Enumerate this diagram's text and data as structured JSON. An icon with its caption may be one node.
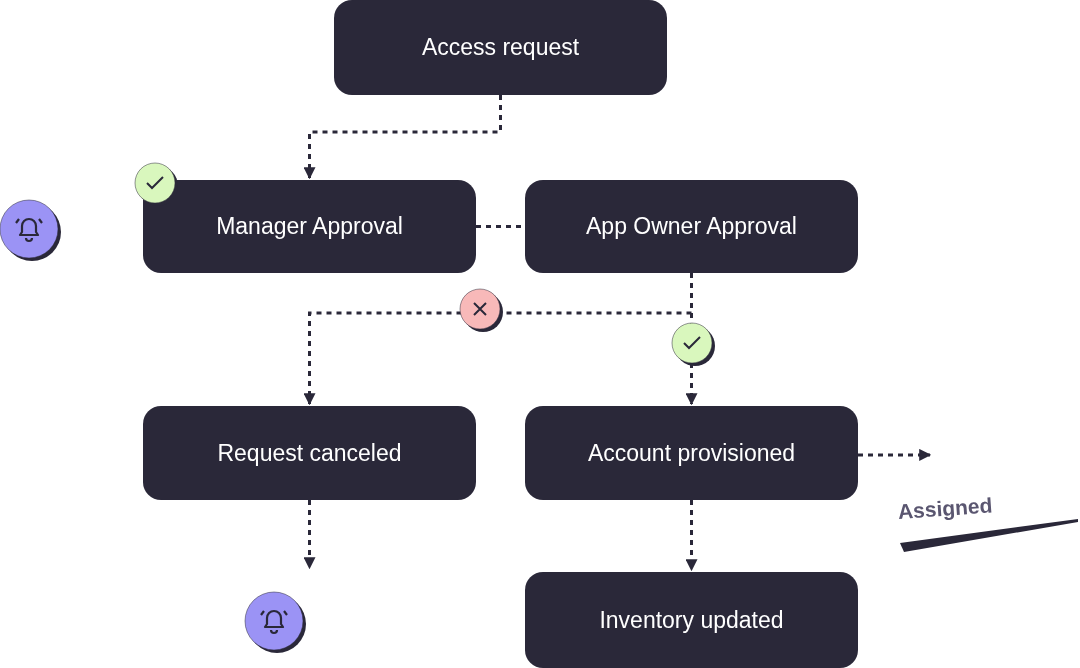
{
  "diagram": {
    "nodes": [
      {
        "text": [
          "Access request"
        ]
      },
      {
        "text": [
          "Manager Approval"
        ]
      },
      {
        "text": [
          "App Owner Approval"
        ]
      },
      {
        "text": [
          "Request canceled"
        ]
      },
      {
        "text": [
          "Account provisioned"
        ]
      },
      {
        "text": [
          "Inventory updated"
        ]
      }
    ],
    "edges": [
      {
        "from": 0,
        "to": 1,
        "arrow": "to",
        "style": "dashed"
      },
      {
        "from": 1,
        "to": 2,
        "arrow": "none",
        "style": "dashed"
      },
      {
        "from": 2,
        "to": 3,
        "arrow": "to",
        "style": "dashed"
      },
      {
        "from": 2,
        "to": 4,
        "arrow": "to",
        "style": "dashed"
      },
      {
        "from": 4,
        "to": null,
        "arrow": "to",
        "style": "dashed"
      },
      {
        "from": 3,
        "to": null,
        "arrow": "to",
        "style": "dashed"
      },
      {
        "from": 4,
        "to": 5,
        "arrow": "to",
        "style": "dashed"
      }
    ],
    "labels": [
      "Assigned"
    ]
  }
}
